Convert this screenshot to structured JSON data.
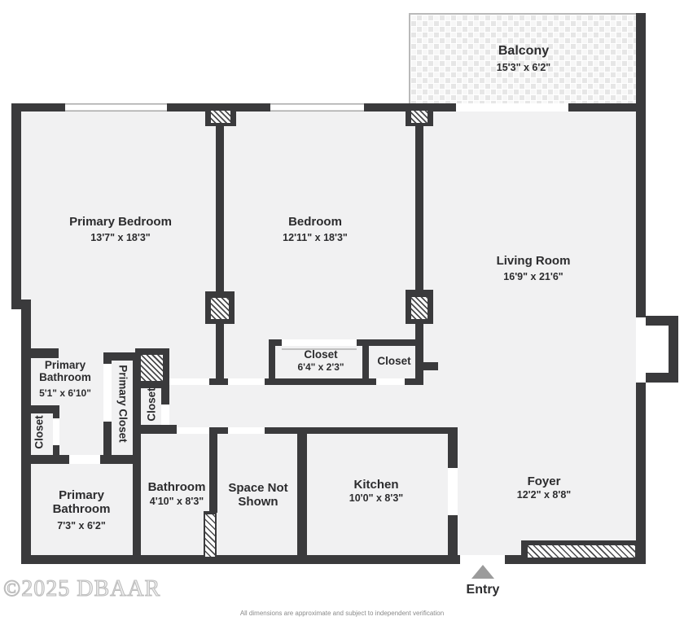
{
  "plan": {
    "balcony": {
      "name": "Balcony",
      "dims": "15'3\" x 6'2\""
    },
    "primary_bedroom": {
      "name": "Primary Bedroom",
      "dims": "13'7\" x 18'3\""
    },
    "bedroom": {
      "name": "Bedroom",
      "dims": "12'11\" x 18'3\""
    },
    "living_room": {
      "name": "Living Room",
      "dims": "16'9\" x 21'6\""
    },
    "primary_bathroom_upper": {
      "name": "Primary Bathroom",
      "dims": "5'1\" x 6'10\""
    },
    "closet_left": {
      "name": "Closet"
    },
    "primary_closet": {
      "name": "Primary Closet"
    },
    "closet_middle": {
      "name": "Closet"
    },
    "closet_main": {
      "name": "Closet",
      "dims": "6'4\" x 2'3\""
    },
    "closet_right": {
      "name": "Closet"
    },
    "primary_bathroom_lower": {
      "name": "Primary Bathroom",
      "dims": "7'3\" x 6'2\""
    },
    "bathroom": {
      "name": "Bathroom",
      "dims": "4'10\" x 8'3\""
    },
    "space_not_shown": {
      "name": "Space Not Shown"
    },
    "kitchen": {
      "name": "Kitchen",
      "dims": "10'0\" x 8'3\""
    },
    "foyer": {
      "name": "Foyer",
      "dims": "12'2\" x 8'8\""
    },
    "entry": {
      "label": "Entry"
    },
    "watermark": "©2025 DBAAR",
    "disclaimer": "All dimensions are approximate and subject to independent verification",
    "colors": {
      "wall": "#3a3a3c",
      "floor": "#f1f1f2",
      "hatch_line": "#4a4a4c",
      "entry_arrow": "#9b9b9b"
    }
  }
}
